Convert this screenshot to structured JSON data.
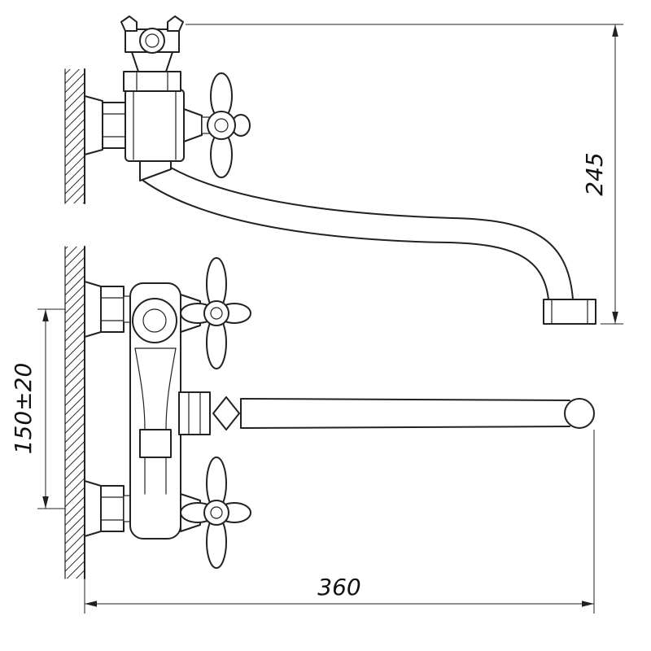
{
  "page": {
    "background": "#ffffff",
    "line_color": "#222222"
  },
  "drawing": {
    "kind": "technical-drawing",
    "dimensions": {
      "height": {
        "label": "245"
      },
      "mounting": {
        "label": "150±20"
      },
      "length": {
        "label": "360"
      }
    }
  }
}
